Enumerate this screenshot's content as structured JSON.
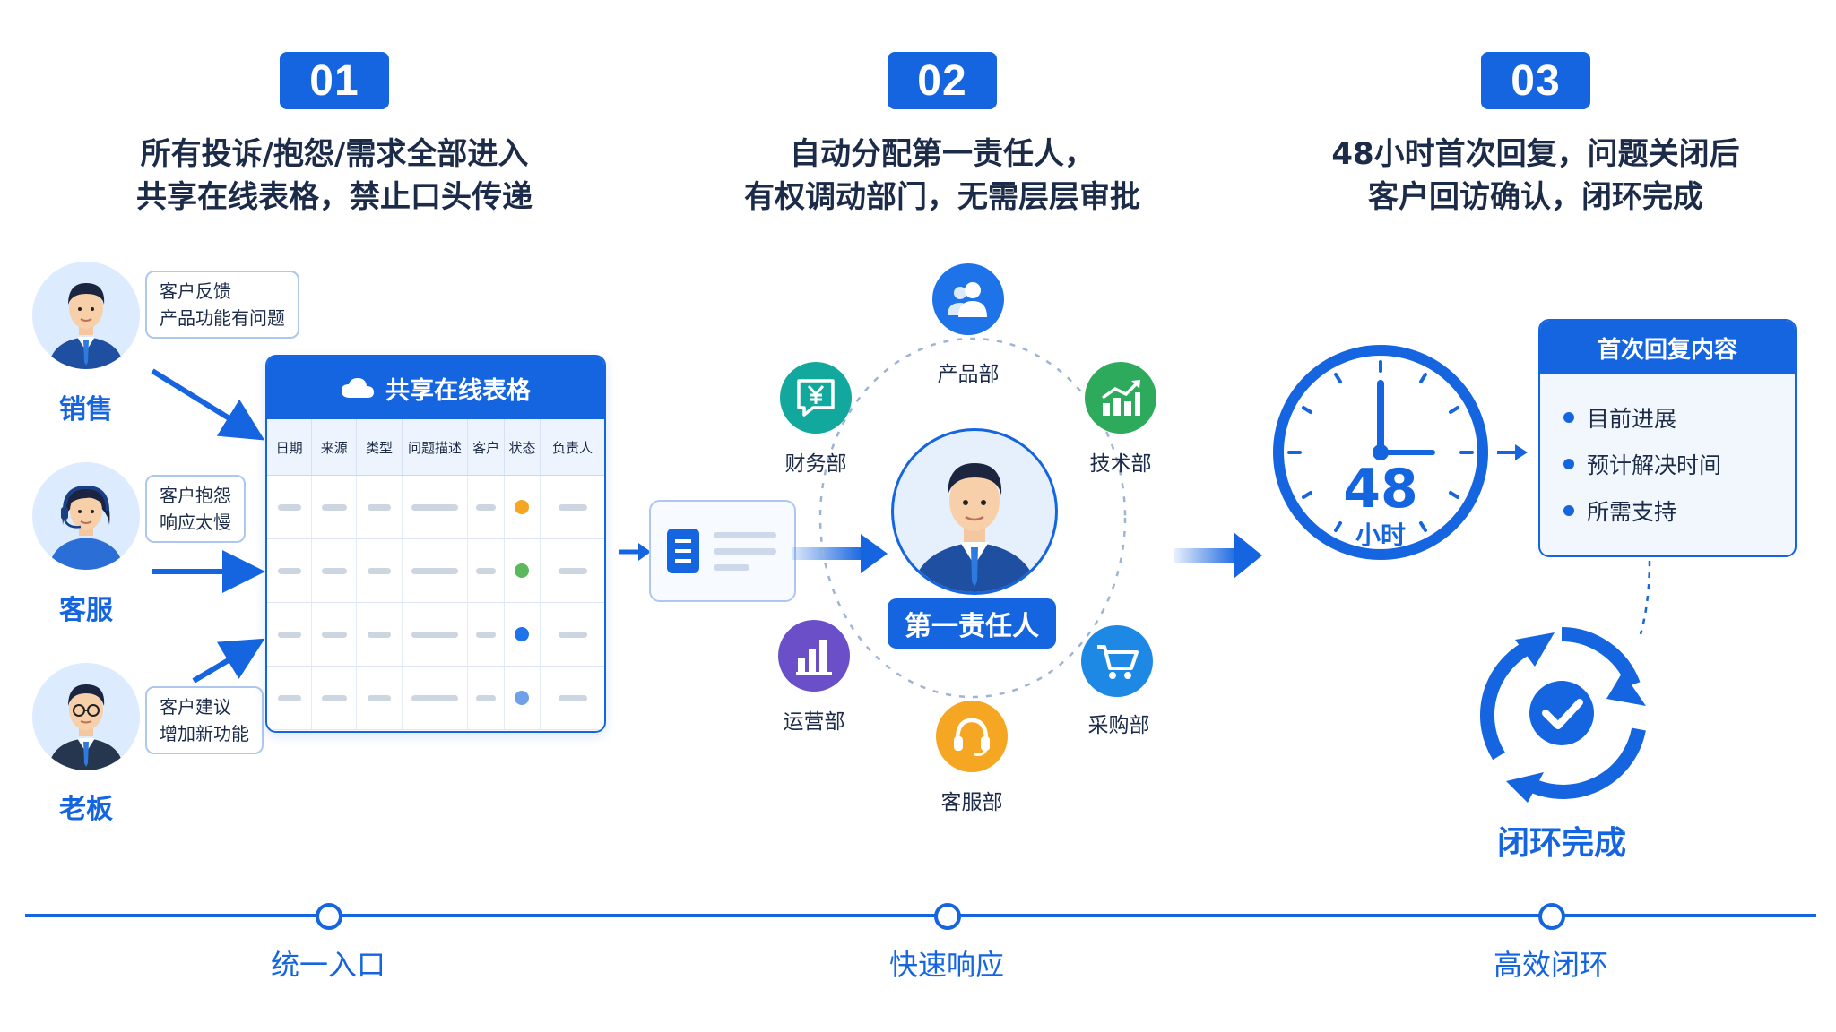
{
  "steps": [
    {
      "num": "01",
      "line1": "所有投诉/抱怨/需求全部进入",
      "line2": "共享在线表格，禁止口头传递"
    },
    {
      "num": "02",
      "line1": "自动分配第一责任人，",
      "line2": "有权调动部门，无需层层审批"
    },
    {
      "num": "03",
      "line1": "48小时首次回复，问题关闭后",
      "line2": "客户回访确认，闭环完成"
    }
  ],
  "sources": [
    {
      "role": "销售",
      "bubble1": "客户反馈",
      "bubble2": "产品功能有问题"
    },
    {
      "role": "客服",
      "bubble1": "客户抱怨",
      "bubble2": "响应太慢"
    },
    {
      "role": "老板",
      "bubble1": "客户建议",
      "bubble2": "增加新功能"
    }
  ],
  "sheet": {
    "title": "共享在线表格",
    "columns": [
      "日期",
      "来源",
      "类型",
      "问题描述",
      "客户",
      "状态",
      "负责人"
    ],
    "status_colors": [
      "#f5a623",
      "#5cb85c",
      "#1e73e8",
      "#6fa0e8"
    ]
  },
  "center": {
    "label": "第一责任人"
  },
  "departments": {
    "product": "产品部",
    "tech": "技术部",
    "purchase": "采购部",
    "service": "客服部",
    "ops": "运营部",
    "finance": "财务部"
  },
  "clock": {
    "number": "48",
    "unit": "小时"
  },
  "reply": {
    "title": "首次回复内容",
    "items": [
      "目前进展",
      "预计解决时间",
      "所需支持"
    ]
  },
  "closed_loop": "闭环完成",
  "timeline": [
    "统一入口",
    "快速响应",
    "高效闭环"
  ],
  "colors": {
    "primary": "#1565e0",
    "finance": "#13a89e",
    "tech": "#2eaa5c",
    "ops": "#6a4fc9",
    "service": "#f5a623",
    "purchase": "#1e88e5",
    "product": "#1e73e8"
  },
  "icons": {
    "finance": "yen-icon",
    "product": "users-icon",
    "tech": "chart-up-icon",
    "ops": "bar-chart-icon",
    "service": "headset-icon",
    "purchase": "cart-icon"
  }
}
